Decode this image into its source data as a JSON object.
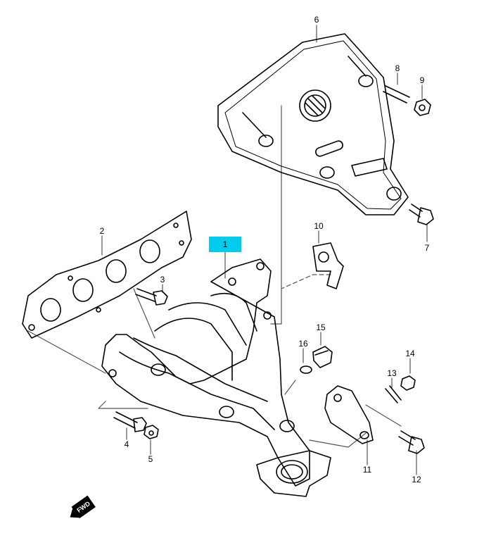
{
  "diagram": {
    "highlight_color": "#00ccf0",
    "highlighted_part": "1",
    "part_labels": [
      "1",
      "2",
      "3",
      "4",
      "5",
      "6",
      "7",
      "8",
      "9",
      "10",
      "11",
      "12",
      "13",
      "14",
      "15",
      "16"
    ],
    "direction_arrow": "FWD"
  }
}
